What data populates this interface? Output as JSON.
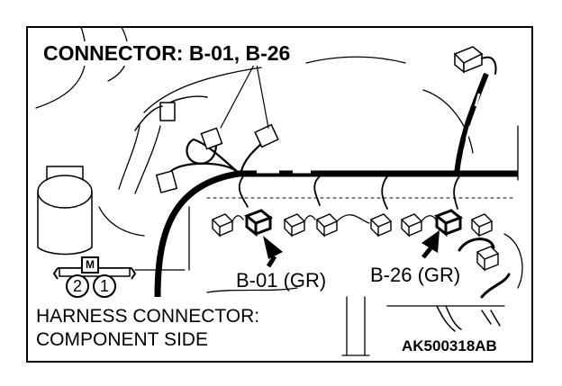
{
  "figure": {
    "title": "CONNECTOR: B-01, B-26",
    "side_label_line1": "HARNESS CONNECTOR:",
    "side_label_line2": "COMPONENT SIDE",
    "figure_code": "AK500318AB"
  },
  "callouts": {
    "b01": "B-01 (GR)",
    "b26": "B-26 (GR)"
  },
  "pinout": {
    "marker": "M",
    "pins": [
      "2",
      "1"
    ]
  },
  "colors": {
    "ink": "#000000",
    "background": "#ffffff"
  }
}
